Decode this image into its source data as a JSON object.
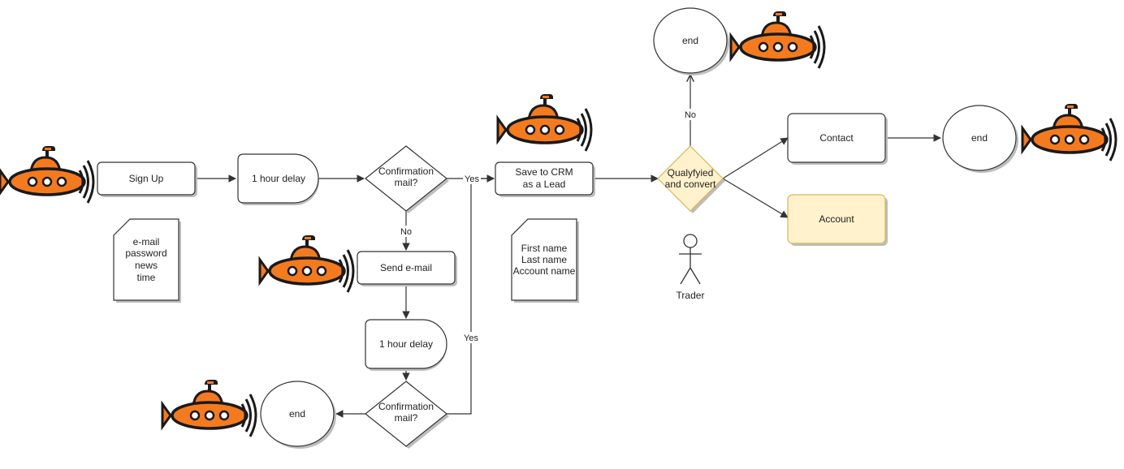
{
  "nodes": {
    "sign_up": "Sign Up",
    "delay_1": "1 hour delay",
    "confirm_1": [
      "Confirmation",
      "mail?"
    ],
    "send_email": "Send e-mail",
    "delay_2": "1 hour delay",
    "confirm_2": [
      "Confirmation",
      "mail?"
    ],
    "end_bottom": "end",
    "save_crm": [
      "Save to CRM",
      "as a Lead"
    ],
    "qualify": [
      "Qualyfyied",
      "and convert"
    ],
    "end_top": "end",
    "contact": "Contact",
    "end_right": "end",
    "account": "Account",
    "actor": "Trader"
  },
  "notes": {
    "signup_fields": [
      "e-mail",
      "password",
      "news",
      "time"
    ],
    "lead_fields": [
      "First name",
      "Last name",
      "Account name"
    ]
  },
  "edge_labels": {
    "confirm1_yes": "Yes",
    "confirm1_no": "No",
    "confirm2_yes": "Yes",
    "qualify_no": "No"
  },
  "icons": [
    "submarine-icon",
    "person-icon",
    "note-icon"
  ],
  "colors": {
    "submarine_body": "#f47a20",
    "submarine_dark": "#1a1a1a",
    "highlight_fill": "#fff2cc",
    "highlight_stroke": "#d6b656",
    "line": "#333333"
  }
}
